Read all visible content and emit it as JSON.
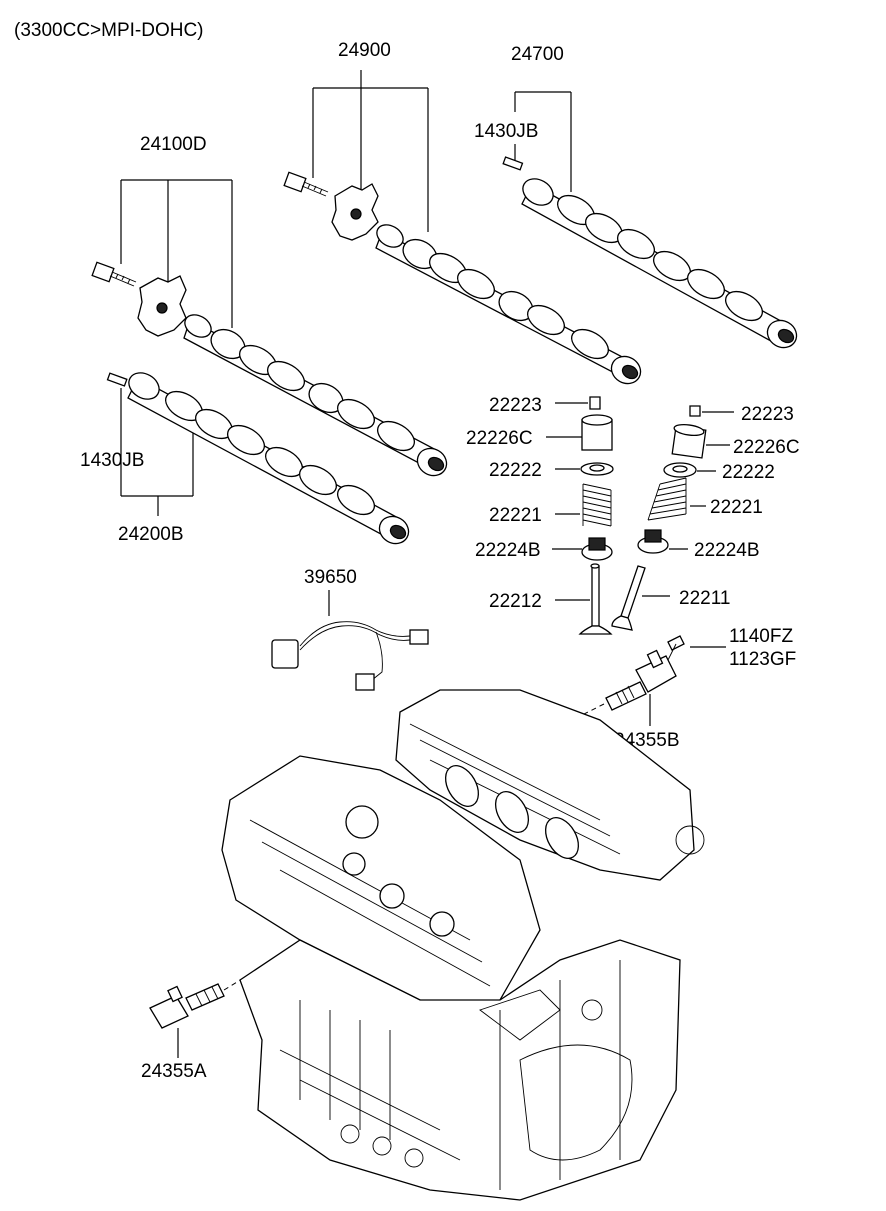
{
  "header": {
    "title": "(3300CC>MPI-DOHC)"
  },
  "labels": {
    "p24900": "24900",
    "p24700": "24700",
    "p24100d": "24100D",
    "p1430jb_top": "1430JB",
    "p1430jb_left": "1430JB",
    "p24200b": "24200B",
    "p22223_l": "22223",
    "p22223_r": "22223",
    "p22226c_l": "22226C",
    "p22226c_r": "22226C",
    "p22222_l": "22222",
    "p22222_r": "22222",
    "p22221_l": "22221",
    "p22221_r": "22221",
    "p22224b_l": "22224B",
    "p22224b_r": "22224B",
    "p22212": "22212",
    "p22211": "22211",
    "p39650": "39650",
    "p1140fz": "1140FZ",
    "p1123gf": "1123GF",
    "p24355b": "24355B",
    "p24355a": "24355A"
  }
}
